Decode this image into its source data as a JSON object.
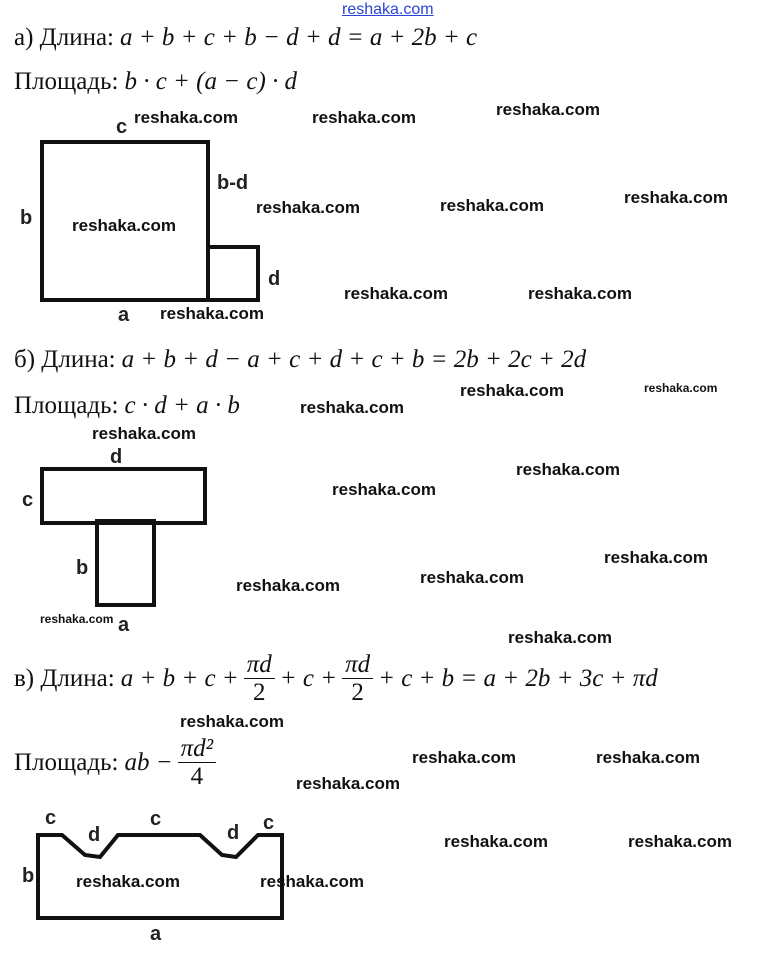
{
  "watermark": "reshaka.com",
  "part_a": {
    "length_label": "а) Длина:",
    "length_formula": "a + b + c + b − d + d = a + 2b + c",
    "area_label": "Площадь:",
    "area_formula": "b · c + (a − c) · d",
    "diagram_labels": {
      "top": "c",
      "left": "b",
      "step": "b-d",
      "small": "d",
      "bottom": "a"
    }
  },
  "part_b": {
    "length_label": "б) Длина:",
    "length_formula": "a + b + d − a + c + d + c + b = 2b + 2c + 2d",
    "area_label": "Площадь:",
    "area_formula": "c · d + a · b",
    "diagram_labels": {
      "top": "d",
      "left": "c",
      "stem": "b",
      "bottom": "a"
    }
  },
  "part_c": {
    "length_label": "в) Длина:",
    "length_start": "a + b + c +",
    "frac_num": "πd",
    "frac_den": "2",
    "length_mid": "+ c +",
    "length_end": "+ c + b = a + 2b + 3c + πd",
    "area_label": "Площадь:",
    "area_start": "ab −",
    "area_num": "πd²",
    "area_den": "4",
    "diagram_labels": {
      "c1": "c",
      "d1": "d",
      "c2": "c",
      "d2": "d",
      "c3": "c",
      "left": "b",
      "bottom": "a"
    }
  }
}
